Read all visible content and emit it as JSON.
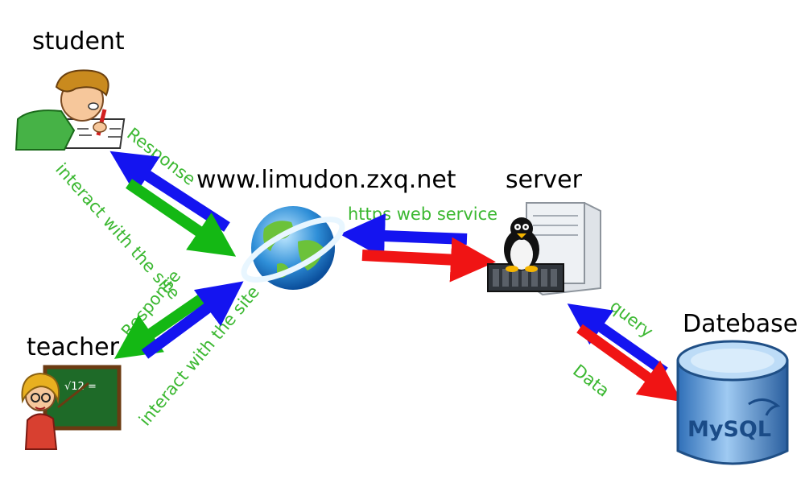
{
  "nodes": {
    "student": "student",
    "teacher": "teacher",
    "website": "www.limudon.zxq.net",
    "server": "server",
    "database": "Datebase",
    "db_logo": "MySQL"
  },
  "edges": {
    "student_response": "Response",
    "student_interact": "interact with the site",
    "teacher_response": "Response",
    "teacher_interact": "interact with the site",
    "web_service": "https web service",
    "query": "query",
    "data": "Data"
  },
  "colors": {
    "request_arrow": "#1414f0",
    "response_arrow": "#14b814",
    "server_out": "#f01414",
    "label_green": "#3cb832"
  }
}
